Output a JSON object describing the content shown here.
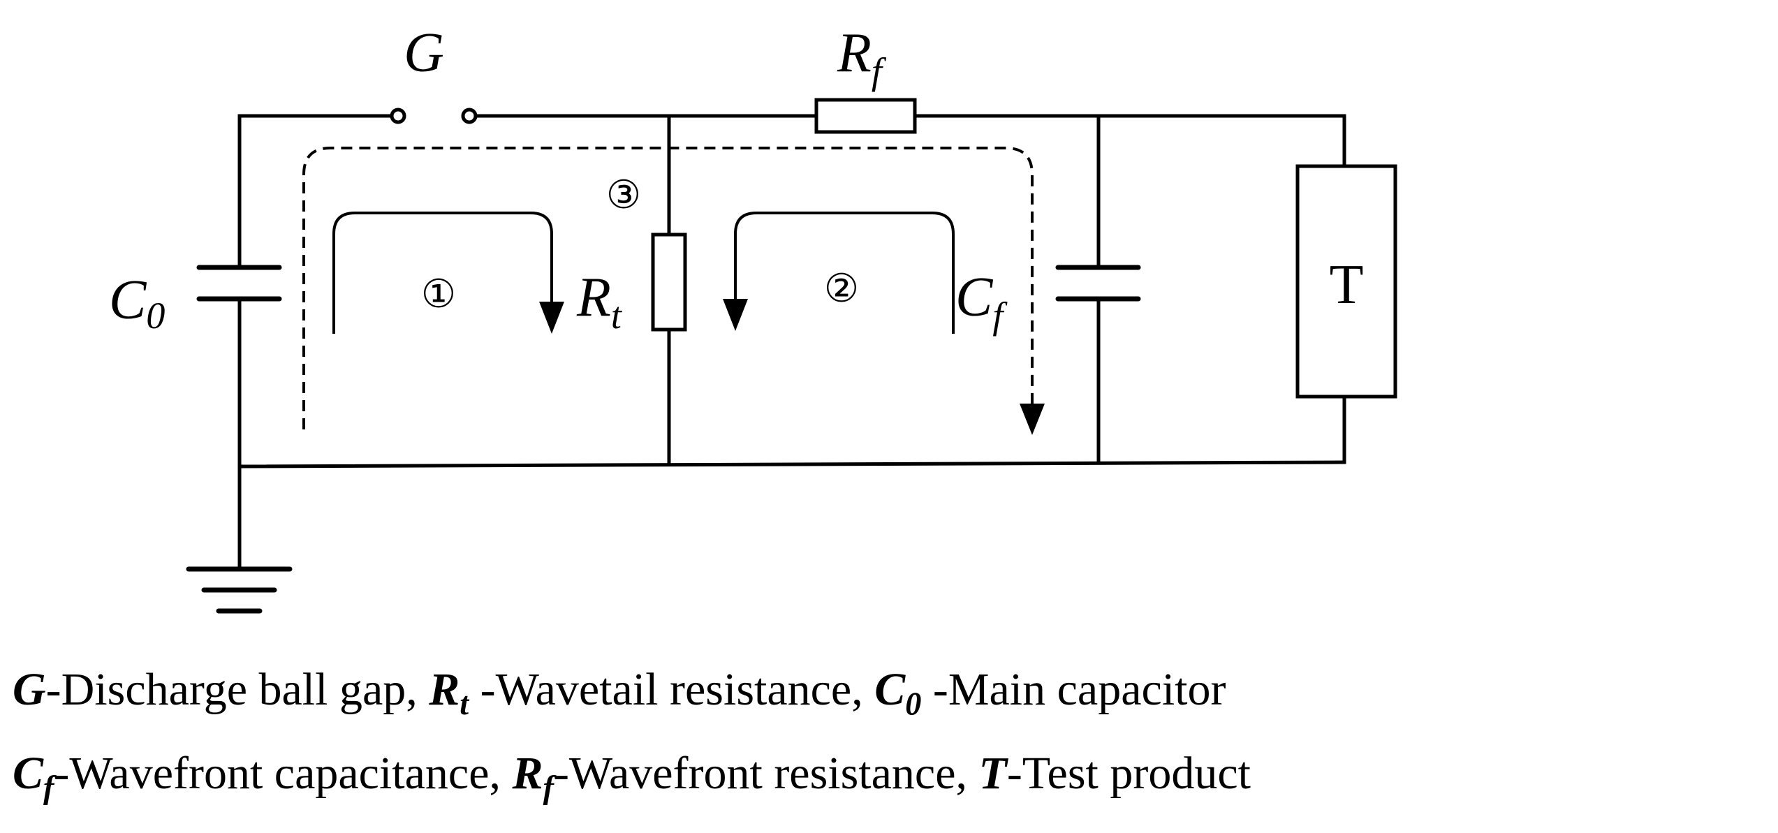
{
  "components": {
    "gap": {
      "symbol": "G"
    },
    "wavefront_resistor": {
      "symbol": "R",
      "subscript": "f"
    },
    "wavetail_resistor": {
      "symbol": "R",
      "subscript": "t"
    },
    "main_capacitor": {
      "symbol": "C",
      "subscript": "0"
    },
    "wavefront_capacitor": {
      "symbol": "C",
      "subscript": "f"
    },
    "test_product": {
      "symbol": "T"
    }
  },
  "loops": {
    "loop1": "①",
    "loop2": "②",
    "loop3": "③"
  },
  "legend": {
    "line1": [
      {
        "symbol": "G",
        "subscript": "",
        "text": "-Discharge ball gap, "
      },
      {
        "symbol": "R",
        "subscript": "t",
        "text": " -Wavetail resistance, "
      },
      {
        "symbol": "C",
        "subscript": "0",
        "text": " -Main capacitor"
      }
    ],
    "line2": [
      {
        "symbol": "C",
        "subscript": "f",
        "text": "-Wavefront capacitance, "
      },
      {
        "symbol": "R",
        "subscript": "f",
        "text": "-Wavefront resistance, "
      },
      {
        "symbol": "T",
        "subscript": "",
        "text": "-Test product"
      }
    ]
  }
}
